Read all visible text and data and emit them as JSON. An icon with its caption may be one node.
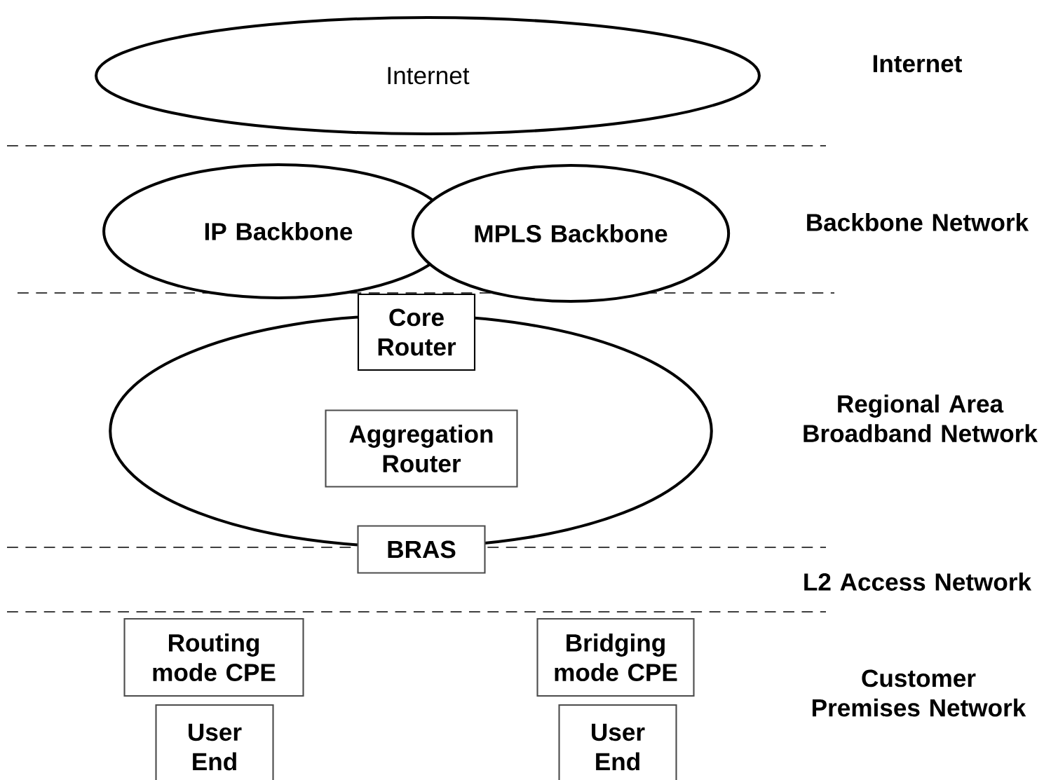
{
  "diagram": {
    "nodes": [
      {
        "text": [
          "Internet"
        ]
      },
      {
        "text": [
          "IP Backbone"
        ]
      },
      {
        "text": [
          "MPLS Backbone"
        ]
      },
      {
        "text": [],
        "shape": "ellipse"
      },
      {
        "text": [
          "Core Router"
        ]
      },
      {
        "text": [
          "Aggregation Router"
        ],
        "in": 3
      },
      {
        "text": [
          "BRAS"
        ]
      },
      {
        "text": [
          "Routing mode CPE"
        ]
      },
      {
        "text": [
          "Bridging mode CPE"
        ]
      },
      {
        "text": [
          "User End"
        ]
      },
      {
        "text": [
          "User End"
        ]
      }
    ],
    "edges": [],
    "labels": [
      "Internet",
      "Backbone Network",
      "Regional Area Broadband Network",
      "L2 Access Network",
      "Customer Premises Network"
    ]
  }
}
